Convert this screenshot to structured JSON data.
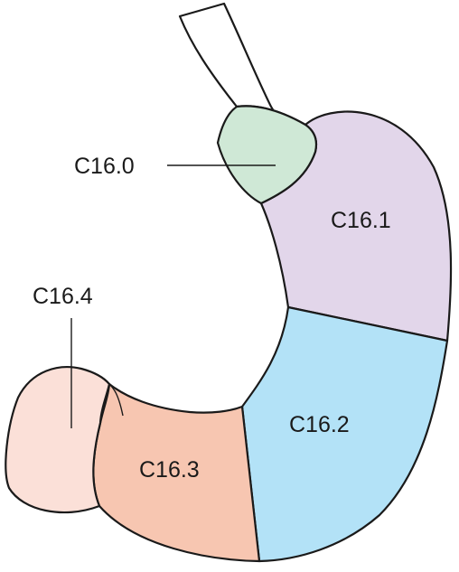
{
  "regions": [
    {
      "id": "esophagus",
      "label": "",
      "color": "#ffffff"
    },
    {
      "id": "cardia",
      "label": "C16.0",
      "color": "#cfe8d6"
    },
    {
      "id": "fundus",
      "label": "C16.1",
      "color": "#e2d6ea"
    },
    {
      "id": "body",
      "label": "C16.2",
      "color": "#b3e2f7"
    },
    {
      "id": "antrum",
      "label": "C16.3",
      "color": "#f7c6b1"
    },
    {
      "id": "pylorus",
      "label": "C16.4",
      "color": "#fbe0d8"
    }
  ]
}
